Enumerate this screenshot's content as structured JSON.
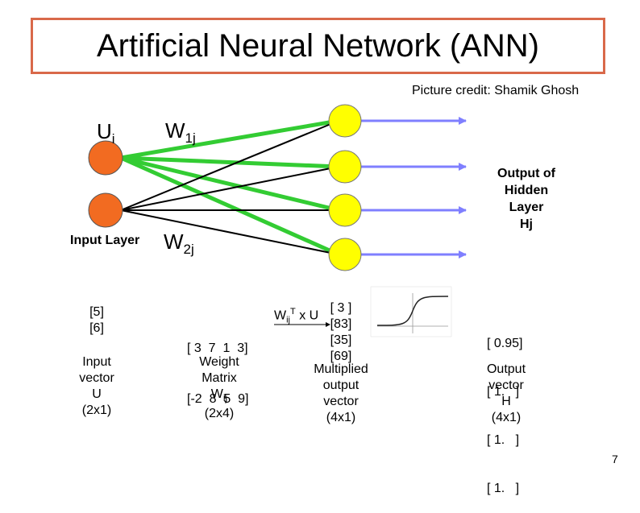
{
  "title": "Artificial Neural Network (ANN)",
  "credit": "Picture credit: Shamik Ghosh",
  "labels": {
    "u_base": "U",
    "u_sub": "i",
    "w1_base": "W",
    "w1_sub": "1j",
    "w2_base": "W",
    "w2_sub": "2j",
    "input_layer": "Input Layer",
    "output_label": [
      "Output of",
      "Hidden",
      "Layer",
      "Hj"
    ],
    "wt_base": "W",
    "wt_sub": "ij",
    "wt_sup": "T",
    "wt_rest": "x U"
  },
  "input_vector": {
    "values": [
      "[5]",
      "[6]"
    ],
    "caption": [
      "Input",
      "vector",
      "U",
      "(2x1)"
    ]
  },
  "weight_matrix": {
    "rows": [
      "[ 3  7  1  3]",
      "[-2  8  5  9]"
    ],
    "caption_1": "Weight",
    "caption_2": "Matrix",
    "caption_3_base": "W",
    "caption_3_sub": "ij",
    "caption_4": "(2x4)"
  },
  "multiplied_vector": {
    "values": [
      "[ 3 ]",
      "[83]",
      "[35]",
      "[69]"
    ],
    "caption": [
      "Multiplied",
      "output",
      "vector",
      "(4x1)"
    ]
  },
  "output_vector": {
    "values": [
      "[ 0.95]",
      "[ 1.   ]",
      "[ 1.   ]",
      "[ 1.   ]"
    ],
    "caption": [
      "Output",
      "vector",
      "H",
      "(4x1)"
    ]
  },
  "page_number": "7",
  "colors": {
    "title_border": "#d9694a",
    "input_node": "#f26b21",
    "hidden_node": "#ffff00",
    "green_edge": "#33cc33",
    "black_edge": "#000000",
    "output_arrow": "#7f7fff"
  }
}
